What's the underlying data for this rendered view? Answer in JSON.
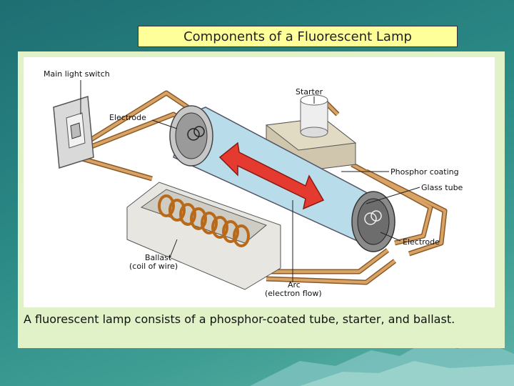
{
  "slide": {
    "title": "Components of a Fluorescent Lamp",
    "caption": "A fluorescent lamp consists of a phosphor-coated tube, starter, and ballast."
  },
  "diagram": {
    "labels": {
      "main_switch": "Main light switch",
      "starter": "Starter",
      "electrode_left": "Electrode",
      "phosphor": "Phosphor coating",
      "glass_tube": "Glass tube",
      "electrode_right": "Electrode",
      "ballast_1": "Ballast",
      "ballast_2": "(coil of wire)",
      "arc_1": "Arc",
      "arc_2": "(electron flow)"
    }
  },
  "colors": {
    "title_bg": "#ffff99",
    "panel_bg": "#e2f2c8",
    "tube": "#b9dcea",
    "wire": "#c08a4a",
    "arc": "#e53a30"
  }
}
